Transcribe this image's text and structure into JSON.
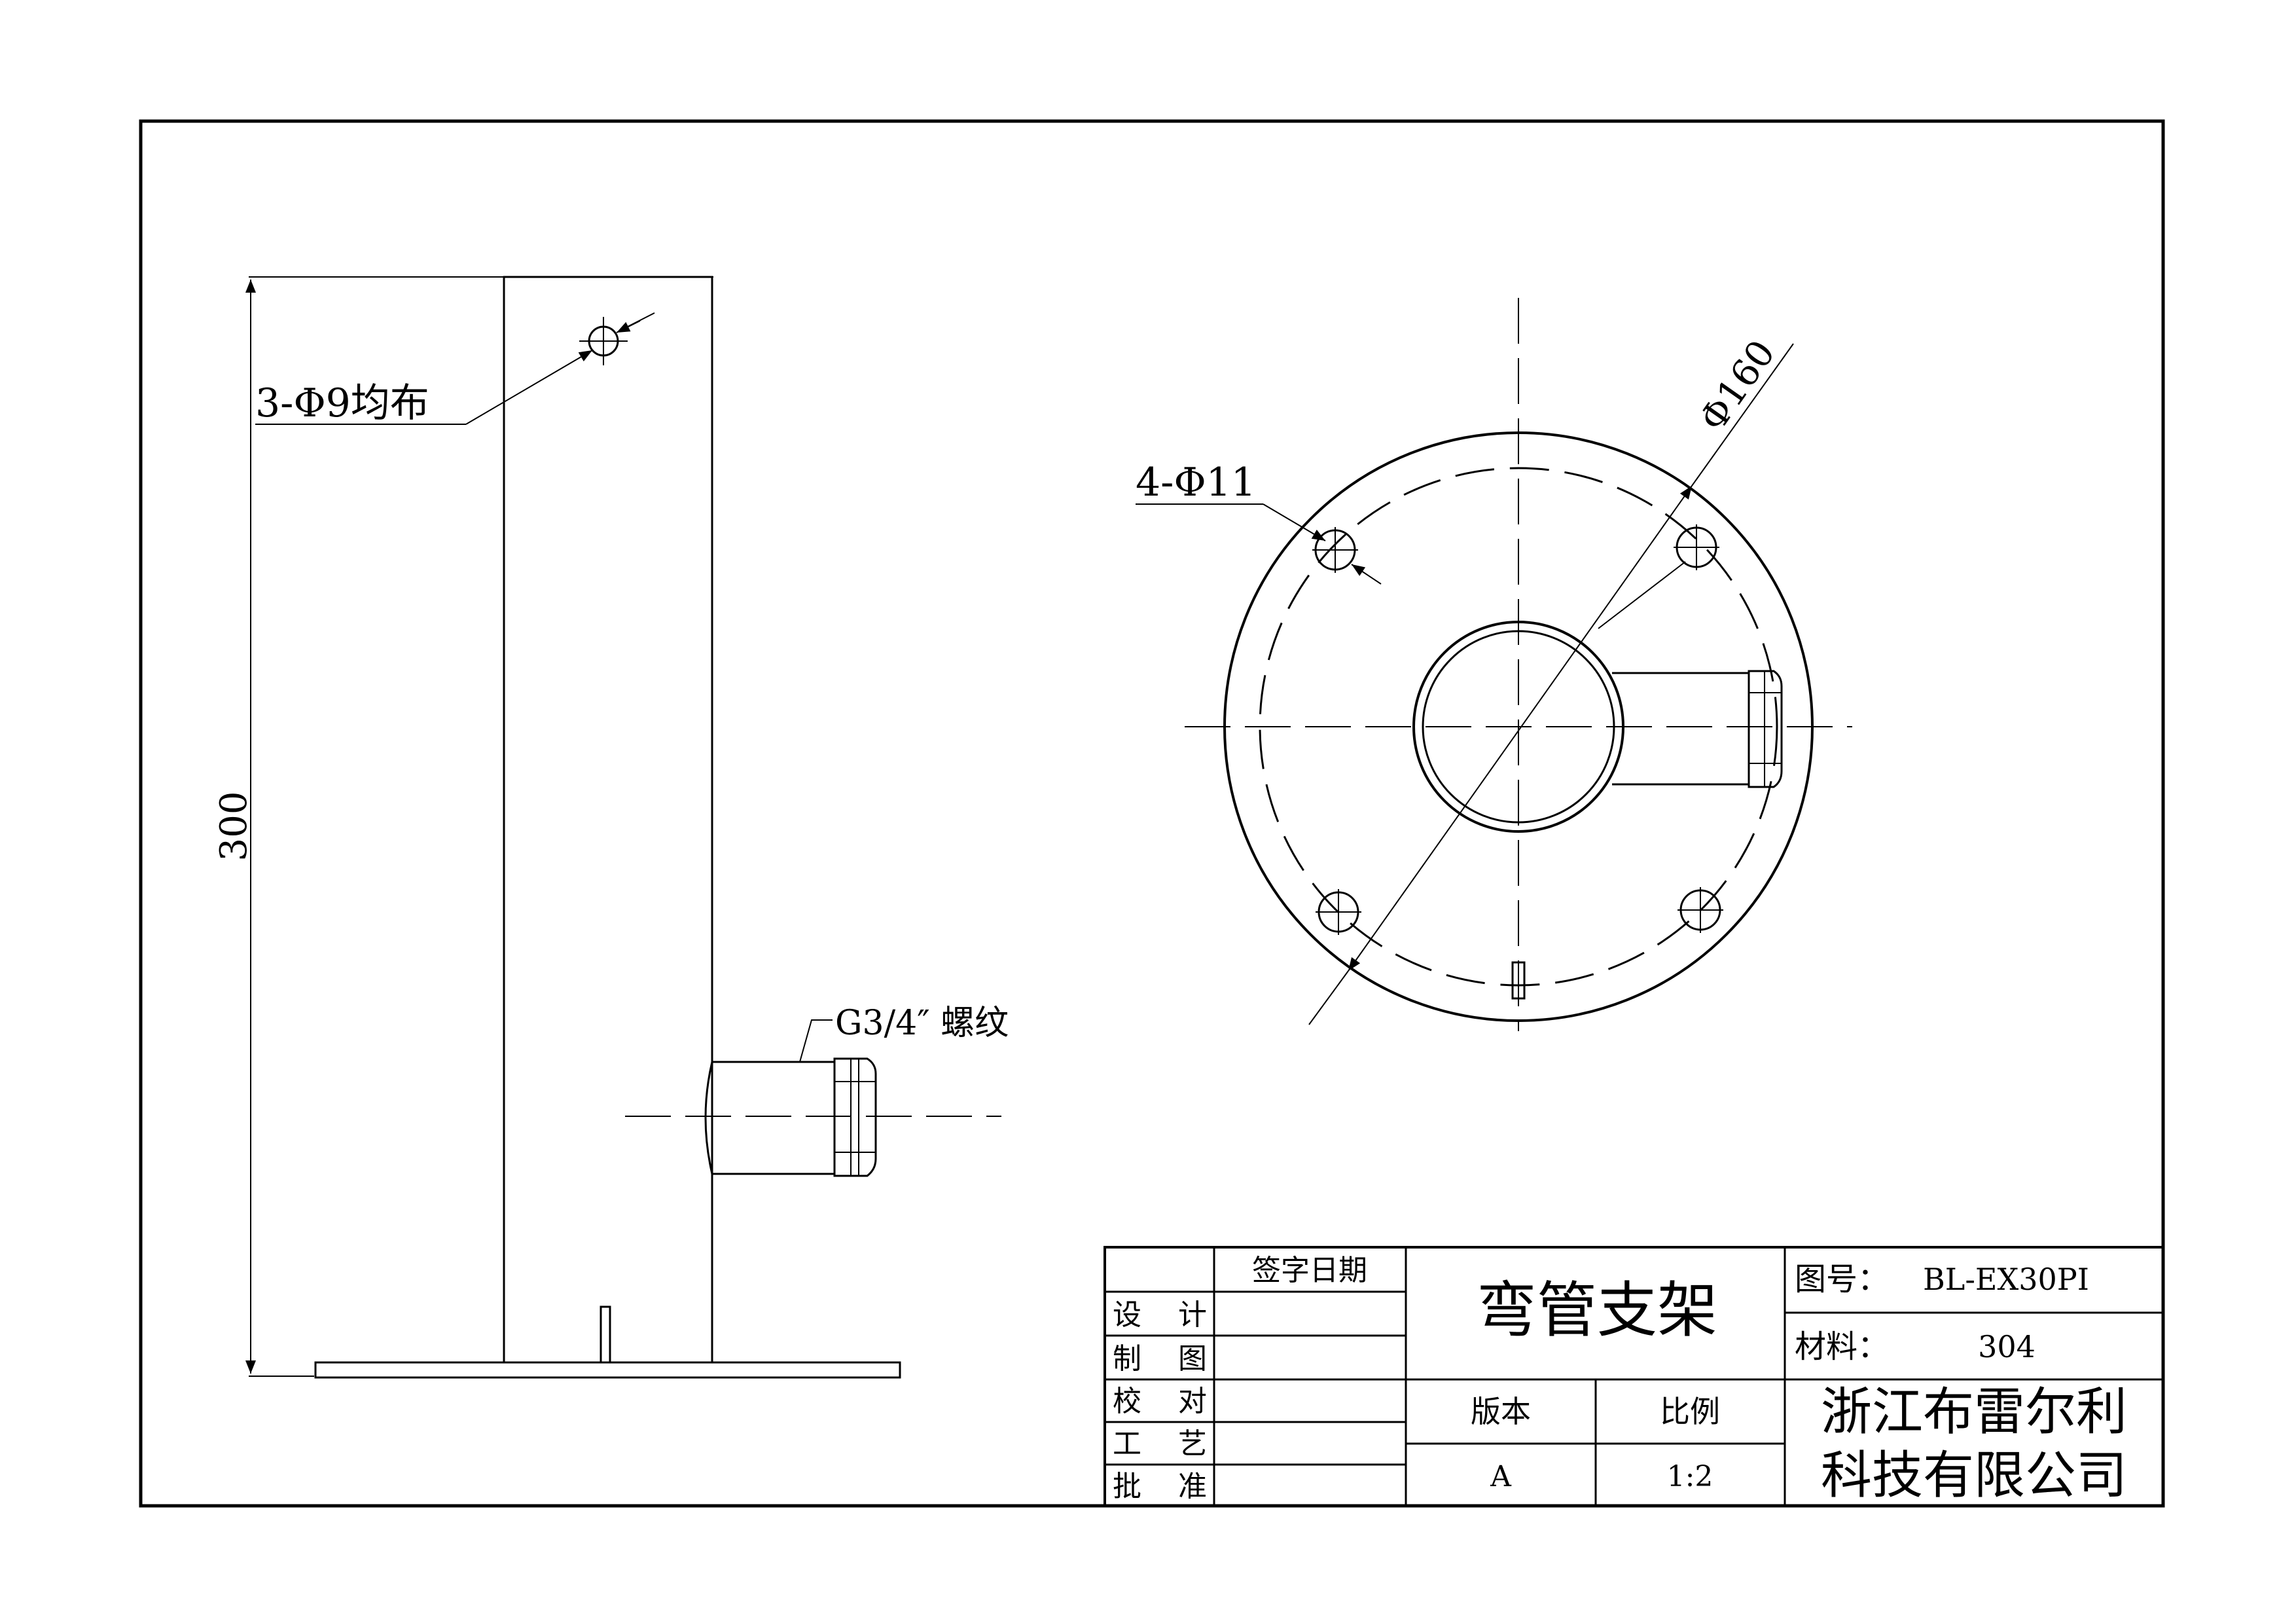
{
  "side_view": {
    "dim_height": "300",
    "hole_callout": "3-Φ9均布",
    "thread_callout": "G3/4″ 螺纹"
  },
  "top_view": {
    "hole_callout": "4-Φ11",
    "diameter_callout": "Φ160"
  },
  "title_block": {
    "sign_date_header": "签字日期",
    "rows": [
      {
        "c1": "设",
        "c2": "计"
      },
      {
        "c1": "制",
        "c2": "图"
      },
      {
        "c1": "校",
        "c2": "对"
      },
      {
        "c1": "工",
        "c2": "艺"
      },
      {
        "c1": "批",
        "c2": "准"
      }
    ],
    "part_name": "弯管支架",
    "version_label": "版本",
    "scale_label": "比例",
    "version_value": "A",
    "scale_value": "1:2",
    "drawing_no_label": "图号：",
    "drawing_no_value": "BL-EX30PI",
    "material_label": "材料：",
    "material_value": "304",
    "company_line1": "浙江布雷尔利",
    "company_line2": "科技有限公司"
  }
}
